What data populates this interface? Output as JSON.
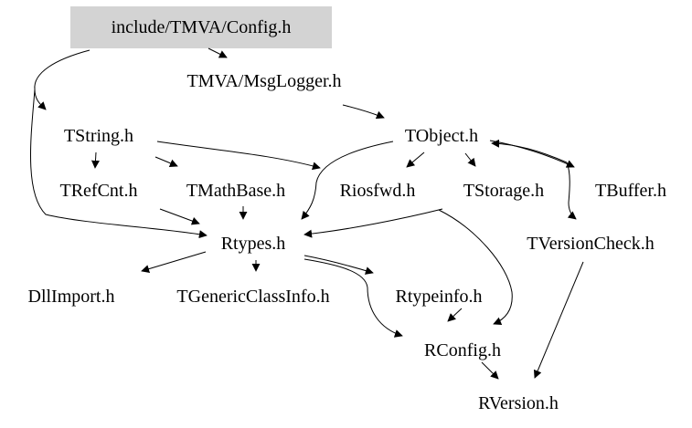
{
  "colors": {
    "background": "#ffffff",
    "root_fill": "#d3d3d3",
    "line": "#000000",
    "text": "#000000"
  },
  "nodes": {
    "config": "include/TMVA/Config.h",
    "msglogger": "TMVA/MsgLogger.h",
    "tstring": "TString.h",
    "tobject": "TObject.h",
    "trefcnt": "TRefCnt.h",
    "tmathbase": "TMathBase.h",
    "riosfwd": "Riosfwd.h",
    "tstorage": "TStorage.h",
    "tbuffer": "TBuffer.h",
    "rtypes": "Rtypes.h",
    "tversioncheck": "TVersionCheck.h",
    "dllimport": "DllImport.h",
    "tgenericclassinfo": "TGenericClassInfo.h",
    "rtypeinfo": "Rtypeinfo.h",
    "rconfig": "RConfig.h",
    "rversion": "RVersion.h"
  },
  "edges": [
    [
      "config",
      "msglogger"
    ],
    [
      "config",
      "tstring"
    ],
    [
      "config",
      "rtypes"
    ],
    [
      "msglogger",
      "tobject"
    ],
    [
      "tstring",
      "trefcnt"
    ],
    [
      "tstring",
      "tmathbase"
    ],
    [
      "tstring",
      "riosfwd"
    ],
    [
      "tobject",
      "riosfwd"
    ],
    [
      "tobject",
      "tstorage"
    ],
    [
      "tobject",
      "tbuffer"
    ],
    [
      "tobject",
      "rtypes"
    ],
    [
      "tobject",
      "tversioncheck"
    ],
    [
      "tbuffer",
      "tobject"
    ],
    [
      "trefcnt",
      "rtypes"
    ],
    [
      "tmathbase",
      "rtypes"
    ],
    [
      "tstorage",
      "rtypes"
    ],
    [
      "tstorage",
      "rconfig"
    ],
    [
      "rtypes",
      "dllimport"
    ],
    [
      "rtypes",
      "tgenericclassinfo"
    ],
    [
      "rtypes",
      "rtypeinfo"
    ],
    [
      "rtypes",
      "rconfig"
    ],
    [
      "rtypeinfo",
      "rconfig"
    ],
    [
      "rconfig",
      "rversion"
    ],
    [
      "tversioncheck",
      "rversion"
    ]
  ]
}
